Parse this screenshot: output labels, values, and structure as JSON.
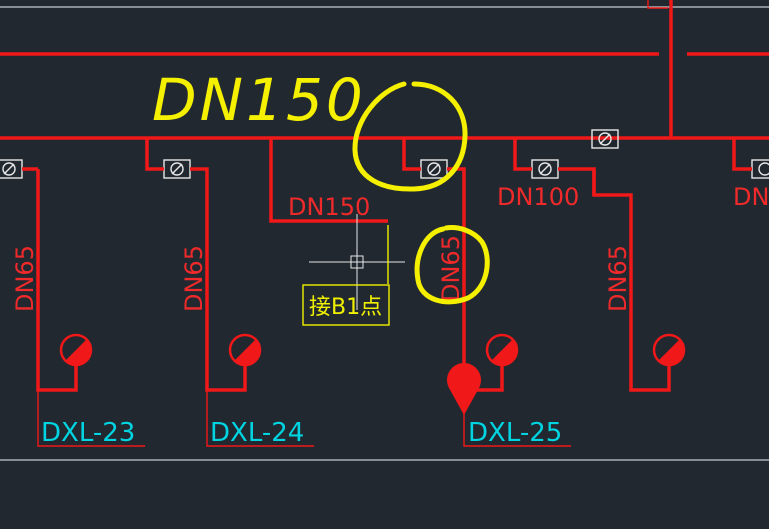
{
  "annotation": {
    "handwritten_label": "DN150"
  },
  "labels": {
    "branch_dn150": "DN150",
    "branch_dn100": "DN100",
    "branch_dn_cut": "DN",
    "riser_dn65": "DN65",
    "connect_b1": "接B1点"
  },
  "stations": [
    {
      "tag": "DXL-23"
    },
    {
      "tag": "DXL-24"
    },
    {
      "tag": "DXL-25"
    }
  ],
  "colors": {
    "background": "#212830",
    "pipe": "#f01818",
    "station_tag": "#00d4e0",
    "annotation": "#f5f000"
  }
}
